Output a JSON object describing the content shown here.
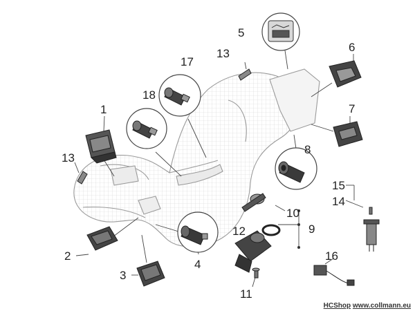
{
  "diagram": {
    "callouts": [
      "1",
      "2",
      "3",
      "4",
      "5",
      "6",
      "7",
      "8",
      "9",
      "10",
      "11",
      "12",
      "13",
      "13",
      "14",
      "15",
      "16",
      "17",
      "18"
    ]
  },
  "footer": {
    "shop": "HCShop",
    "url": "www.collmann.eu"
  }
}
